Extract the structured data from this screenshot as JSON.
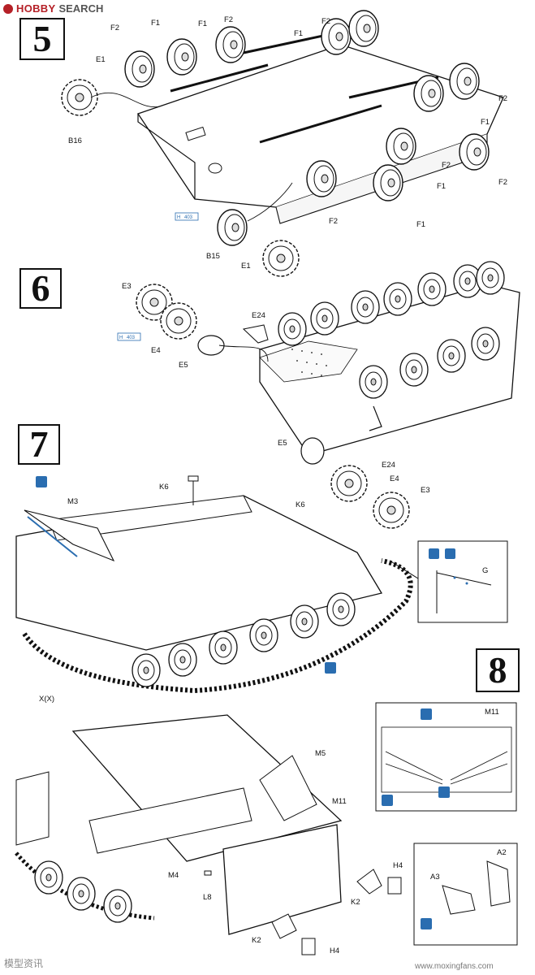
{
  "header": {
    "logo_text": "HOBBY",
    "search_text": "SEARCH"
  },
  "steps": [
    {
      "number": "5"
    },
    {
      "number": "6"
    },
    {
      "number": "7"
    },
    {
      "number": "8"
    }
  ],
  "step5": {
    "parts": [
      "E1",
      "B16",
      "F2",
      "F1",
      "F1",
      "F2",
      "F2",
      "F1",
      "F2",
      "F1",
      "F2",
      "F1",
      "F2",
      "F1",
      "F2",
      "B15",
      "E1"
    ],
    "hull_ref": "403",
    "hull_prefix": "H"
  },
  "step6": {
    "parts": [
      "E3",
      "E4",
      "E5",
      "E24",
      "E24"
    ],
    "hull_ref": "403",
    "hull_prefix": "H"
  },
  "step7": {
    "parts": [
      "K6",
      "M3",
      "K6",
      "E5",
      "E4",
      "E3",
      "G",
      "X(X)"
    ]
  },
  "step8": {
    "parts": [
      "M11",
      "M5",
      "M11",
      "M4",
      "L8",
      "H4",
      "K2",
      "K2",
      "H4",
      "A2",
      "A3"
    ]
  },
  "watermark": {
    "cn_text": "模型资讯",
    "url": "www.moxingfans.com"
  }
}
